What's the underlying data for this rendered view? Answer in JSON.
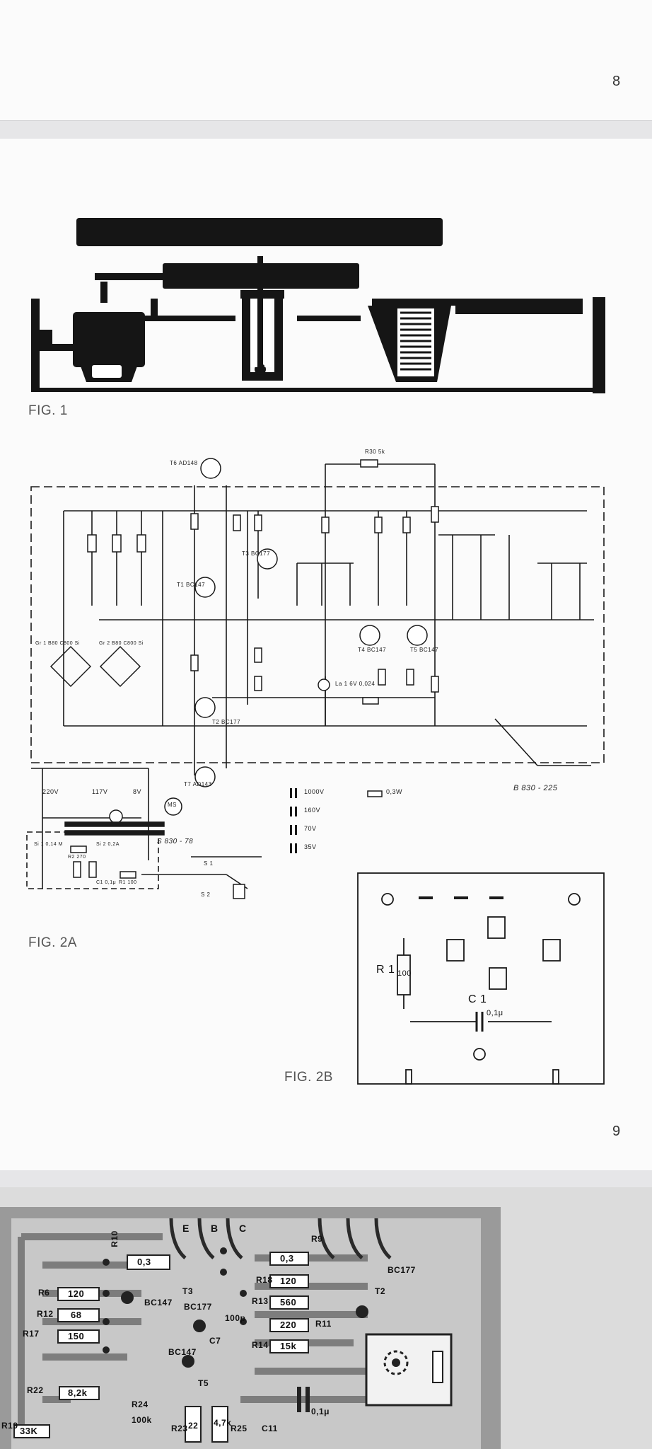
{
  "page_top": {
    "page_number": "8"
  },
  "page_mid": {
    "page_number": "9",
    "fig1_label": "FIG. 1",
    "fig2a_label": "FIG. 2A",
    "fig2b_label": "FIG. 2B",
    "schematic": {
      "ref_b830_225": "B 830 - 225",
      "ref_s830_78": "S 830 - 78",
      "transformer_taps": [
        "220V",
        "117V",
        "8V"
      ],
      "legend": [
        "1000V",
        "160V",
        "70V",
        "35V",
        "0,3W"
      ],
      "transistors": [
        "T6 AD148",
        "T3 BC177",
        "T1 BC147",
        "T2 BC177",
        "T4 BC147",
        "T5 BC147",
        "T7 AD143"
      ],
      "lamp": "La 1 6V 0,024",
      "motor": "MS",
      "rectifiers": [
        "Gr 1 B80 C800 Si",
        "Gr 2 B80 C800 Si"
      ],
      "fuses": [
        "Si 1 0,14 M",
        "Si 2 0,2A"
      ],
      "switches": [
        "S 1",
        "S 2"
      ],
      "r30": "R30 5k",
      "c1": "C1 0,1μ",
      "r1": "R1 100",
      "r2": "R2 270"
    },
    "pcb": {
      "r1_label": "R 1",
      "r1_value": "100",
      "c1_label": "C 1",
      "c1_value": "0,1μ"
    }
  },
  "page_bot": {
    "labels": [
      "R10",
      "0,3",
      "R6",
      "120",
      "R12",
      "68",
      "R17",
      "150",
      "BC147",
      "T3",
      "BC177",
      "E",
      "B",
      "C",
      "R9",
      "0,3",
      "R18",
      "120",
      "R13",
      "560",
      "R11",
      "220",
      "R14",
      "15k",
      "T2",
      "BC177",
      "100p",
      "C7",
      "BC147",
      "T5",
      "R22",
      "8,2k",
      "R19",
      "33K",
      "R24",
      "100k",
      "R23",
      "22",
      "4,7k",
      "R25",
      "C11",
      "0,1μ"
    ]
  }
}
